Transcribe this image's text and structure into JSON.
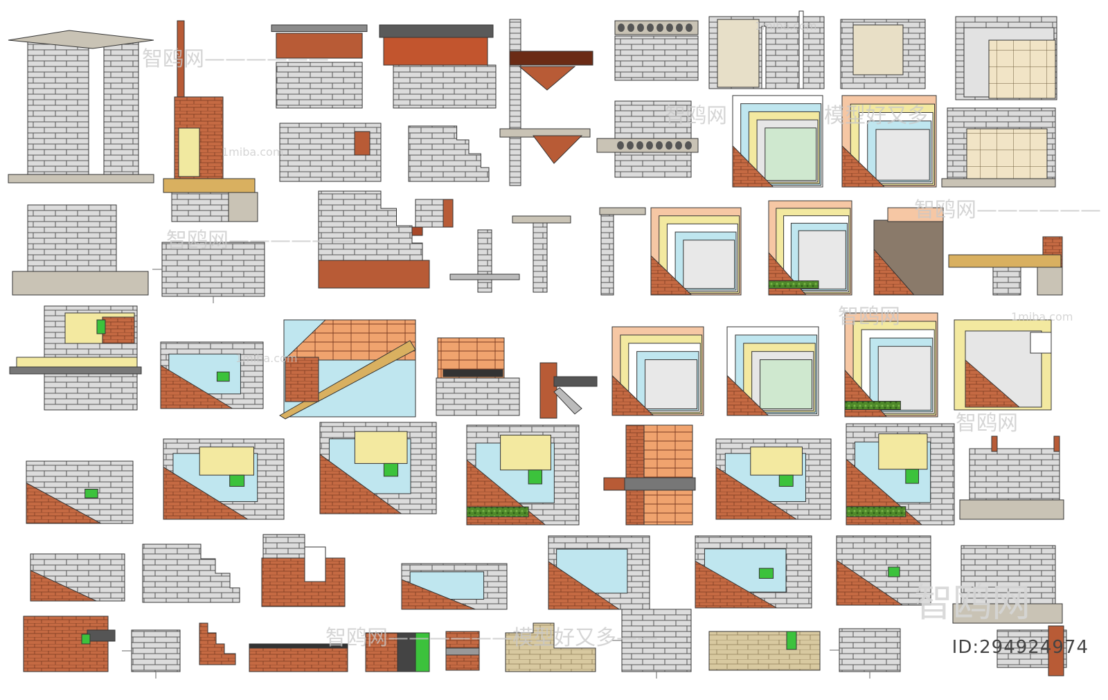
{
  "sheet": {
    "background": "#ffffff",
    "colors": {
      "block": "#dcdcdc",
      "block_dark": "#b8b8b8",
      "brick": "#c56a43",
      "brick_light": "#e8a273",
      "mortar": "#6b6b6b",
      "steel": "#8b3a22",
      "concrete": "#c9c3b5",
      "insulation_yellow": "#f3e9a0",
      "membrane_cyan": "#bfe6ef",
      "grass": "#4f8a2a",
      "green_flash": "#3cc23c",
      "timber": "#d9b060",
      "stone": "#d8c9a0"
    },
    "icons": [
      "masonry-block-detail",
      "brick-wall-detail",
      "steel-lintel-detail",
      "insulation-layer-detail",
      "green-roof-detail"
    ]
  },
  "watermarks": {
    "brand_cn": "智鸥网",
    "brand_dashes": "智鸥网——————",
    "site": "1miba.com",
    "slogan": "智鸥网——————模型好又多——",
    "slogan_short": "模型好又多"
  },
  "id_label": "ID:294924974"
}
